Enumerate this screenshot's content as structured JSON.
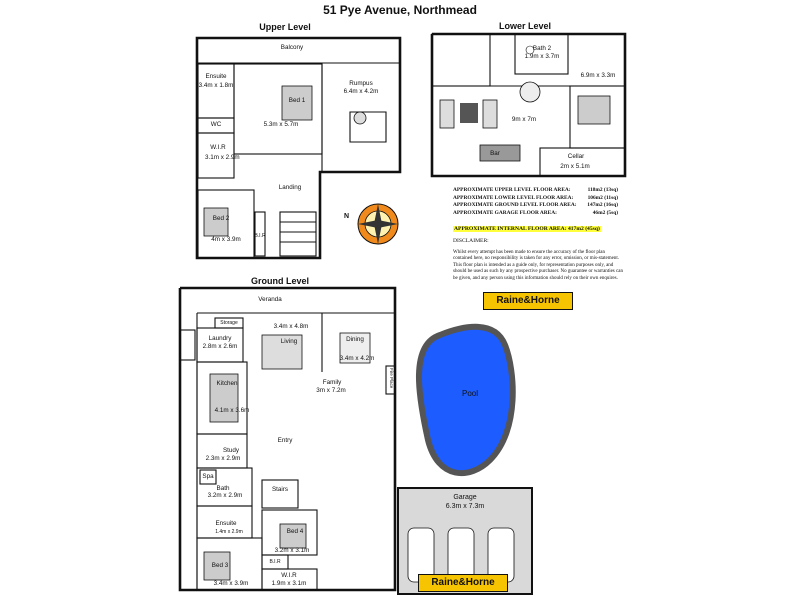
{
  "title": "51 Pye Avenue, Northmead",
  "levels": {
    "upper": "Upper Level",
    "lower": "Lower Level",
    "ground": "Ground Level"
  },
  "upper_rooms": {
    "balcony": "Balcony",
    "ensuite_name": "Ensuite",
    "ensuite_dim": "3.4m x 1.8m",
    "bed1_name": "Bed 1",
    "bed1_dim": "5.3m x 5.7m",
    "rumpus_name": "Rumpus",
    "rumpus_dim": "6.4m x 4.2m",
    "wc": "WC",
    "wir_name": "W.I.R",
    "wir_dim": "3.1m x 2.9m",
    "landing": "Landing",
    "bed2_name": "Bed 2",
    "bed2_dim": "4m x 3.9m",
    "bir": "B.I.R"
  },
  "lower_rooms": {
    "bath2_name": "Bath 2",
    "bath2_dim": "1.9m x 3.7m",
    "bedroom_dim": "6.9m x 3.3m",
    "main_dim": "9m x 7m",
    "bar": "Bar",
    "cellar_name": "Cellar",
    "cellar_dim": "2m x 5.1m"
  },
  "ground_rooms": {
    "veranda": "Veranda",
    "storage": "Storage",
    "laundry_name": "Laundry",
    "laundry_dim": "2.8m x 2.6m",
    "living_dim": "3.4m x 4.8m",
    "living_name": "Living",
    "dining_name": "Dining",
    "dining_dim": "3.4m x 4.2m",
    "kitchen_name": "Kitchen",
    "kitchen_dim": "4.1m x 3.6m",
    "family_name": "Family",
    "family_dim": "3m x 7.2m",
    "fire_place": "Fire Place",
    "study_name": "Study",
    "study_dim": "2.3m x 2.9m",
    "entry": "Entry",
    "spa": "Spa",
    "bath_name": "Bath",
    "bath_dim": "3.2m x 2.9m",
    "stairs": "Stairs",
    "ensuite_name": "Ensuite",
    "ensuite_dim": "1.4m x 2.9m",
    "bed4_name": "Bed 4",
    "bed4_dim": "3.2m x 3.1m",
    "bed3_name": "Bed 3",
    "bed3_dim": "3.4m x 3.9m",
    "bir": "B.I.R",
    "wir_name": "W.I.R",
    "wir_dim": "1.9m x 3.1m"
  },
  "outdoor": {
    "pool": "Pool",
    "garage_name": "Garage",
    "garage_dim": "6.3m x 7.3m"
  },
  "areas": [
    {
      "label": "APPROXIMATE UPPER LEVEL FLOOR AREA:",
      "value": "118m2 (13sq)"
    },
    {
      "label": "APPROXIMATE LOWER LEVEL FLOOR AREA:",
      "value": "106m2 (11sq)"
    },
    {
      "label": "APPROXIMATE GROUND LEVEL FLOOR AREA:",
      "value": "147m2 (16sq)"
    },
    {
      "label": "APPROXIMATE GARAGE FLOOR AREA:",
      "value": "46m2 (5sq)"
    }
  ],
  "total_area": "APPROXIMATE INTERNAL FLOOR AREA: 417m2 (45sq)",
  "disclaimer_heading": "DISCLAIMER:",
  "disclaimer_text": "Whilst every attempt has been made to ensure the accuracy of the floor plan contained here, no responsibility is taken for any error, omission, or mis-statement. This floor plan is intended as a guide only, for representation purposes only, and should be used as such by any prospective purchaser. No guarantee or warranties can be given, and any person using this information should rely on their own enquires.",
  "logo": "Raine&Horne",
  "compass_n": "N",
  "colors": {
    "pool": "#1d5cff",
    "logo_bg": "#f6c400",
    "highlight": "#ffff3b",
    "compass": "#f08a1c"
  }
}
